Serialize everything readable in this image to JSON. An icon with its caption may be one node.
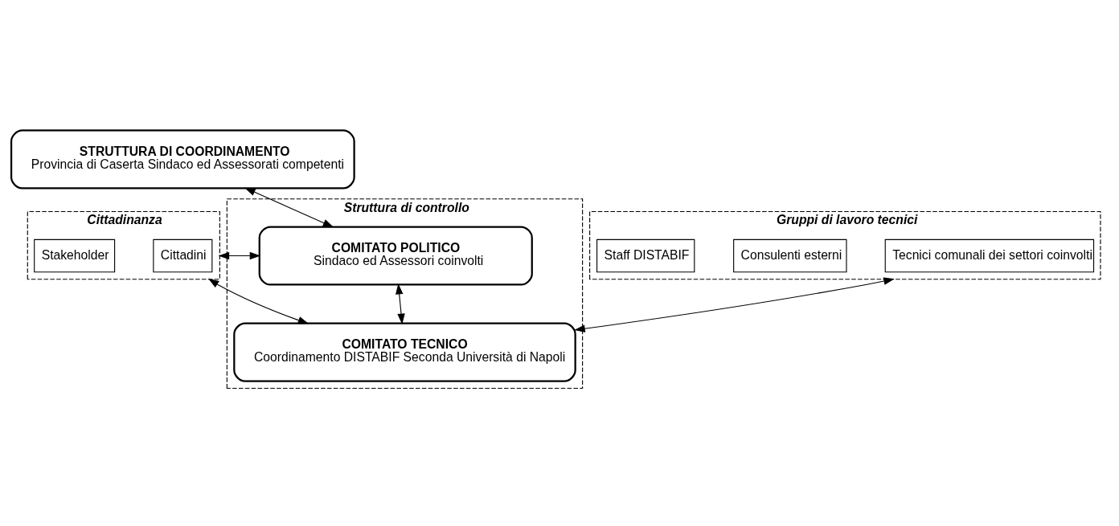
{
  "diagram": {
    "nodes": [
      {
        "text": [
          "STRUTTURA DI COORDINAMENTO",
          "Provincia di Caserta Sindaco ed Assessorati competenti"
        ]
      },
      {
        "text": [
          "Struttura di controllo"
        ]
      },
      {
        "text": [
          "COMITATO POLITICO",
          "Sindaco ed Assessori coinvolti"
        ],
        "in": 1
      },
      {
        "text": [
          "COMITATO TECNICO",
          "Coordinamento DISTABIF Seconda Università di Napoli"
        ],
        "in": 1
      },
      {
        "text": [
          "Cittadinanza"
        ]
      },
      {
        "text": [
          "Cittadini"
        ],
        "in": 4
      },
      {
        "text": [
          "Stakeholder"
        ],
        "in": 4
      },
      {
        "text": [
          "Gruppi di lavoro tecnici"
        ]
      },
      {
        "text": [
          "Tecnici comunali dei settori coinvolti"
        ],
        "in": 7
      },
      {
        "text": [
          "Consulenti esterni"
        ],
        "in": 7
      },
      {
        "text": [
          "Staff DISTABIF"
        ],
        "in": 7
      }
    ],
    "edges": [
      {
        "from": 0,
        "to": 2,
        "arrow": "both"
      },
      {
        "from": 2,
        "to": 3,
        "arrow": "both"
      },
      {
        "from": 2,
        "to": 4,
        "arrow": "both"
      },
      {
        "from": 4,
        "to": 3,
        "arrow": "both"
      },
      {
        "from": 3,
        "to": 7,
        "arrow": "both"
      }
    ]
  }
}
